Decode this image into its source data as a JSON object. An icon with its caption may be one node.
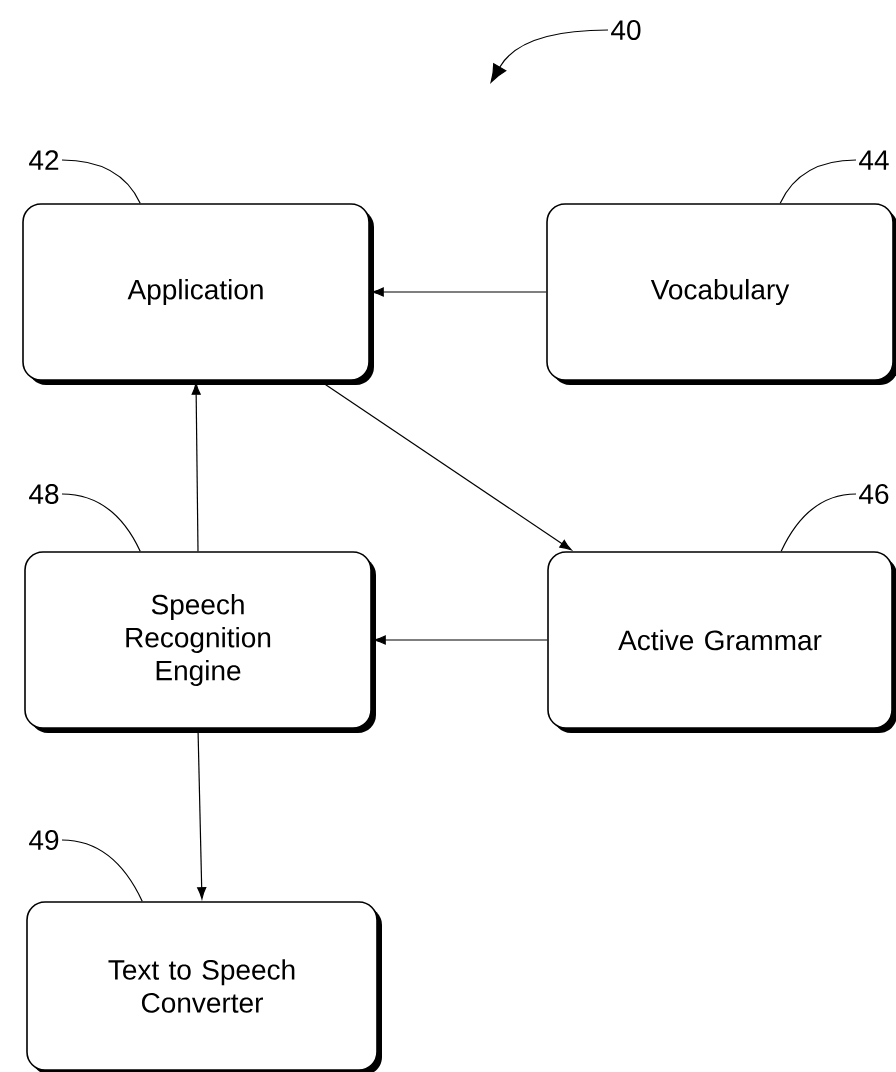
{
  "diagram": {
    "nodes": [
      {
        "text": [
          "40"
        ]
      },
      {
        "text": [
          "42"
        ]
      },
      {
        "text": [
          "44"
        ]
      },
      {
        "text": [
          "Application"
        ]
      },
      {
        "text": [
          "Vocabulary"
        ]
      },
      {
        "text": [
          "48"
        ]
      },
      {
        "text": [
          "46"
        ]
      },
      {
        "text": [
          "Speech Recognition Engine"
        ]
      },
      {
        "text": [
          "Active Grammar"
        ]
      },
      {
        "text": [
          "49"
        ]
      },
      {
        "text": [
          "Text to Speech Converter"
        ]
      }
    ],
    "edges": [
      {
        "from": 0,
        "to": null,
        "arrow": "to"
      },
      {
        "from": 1,
        "to": 3,
        "arrow": "none"
      },
      {
        "from": 2,
        "to": 4,
        "arrow": "none"
      },
      {
        "from": 5,
        "to": 7,
        "arrow": "none"
      },
      {
        "from": 6,
        "to": 8,
        "arrow": "none"
      },
      {
        "from": 9,
        "to": 10,
        "arrow": "none"
      },
      {
        "from": 4,
        "to": 3,
        "arrow": "to"
      },
      {
        "from": 3,
        "to": 8,
        "arrow": "to"
      },
      {
        "from": 7,
        "to": 3,
        "arrow": "to"
      },
      {
        "from": 8,
        "to": 7,
        "arrow": "to"
      },
      {
        "from": 7,
        "to": 10,
        "arrow": "to"
      }
    ]
  }
}
